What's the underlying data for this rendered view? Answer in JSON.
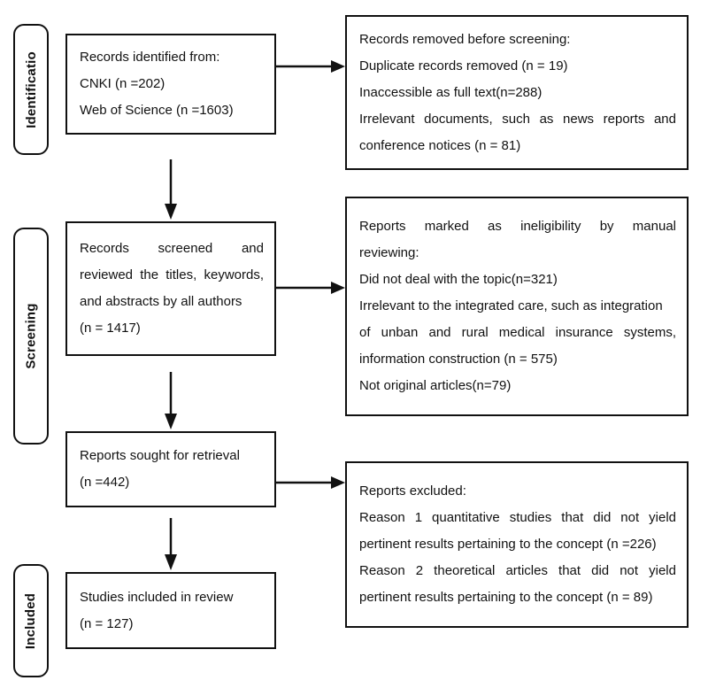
{
  "diagram": {
    "title": "PRISMA flow diagram",
    "type": "flowchart",
    "colors": {
      "stroke": "#111111",
      "background": "#ffffff",
      "text": "#111111"
    }
  },
  "stages": [
    {
      "id": "identification",
      "label": "Identificatio"
    },
    {
      "id": "screening",
      "label": "Screening"
    },
    {
      "id": "included",
      "label": "Included"
    }
  ],
  "boxes": {
    "records_identified": {
      "lines": [
        "Records identified from:",
        "CNKI (n =202)",
        "Web of Science (n =1603)"
      ]
    },
    "records_removed": {
      "lines": [
        "Records removed before screening:",
        "Duplicate records removed (n = 19)",
        "Inaccessible as full text(n=288)",
        "Irrelevant documents, such as news reports and",
        "conference notices (n = 81)"
      ]
    },
    "records_screened": {
      "lines": [
        "Records screened and",
        "reviewed the titles, keywords,",
        "and abstracts by all authors",
        "(n = 1417)"
      ]
    },
    "reports_ineligible": {
      "lines": [
        "Reports marked as ineligibility by manual",
        "reviewing:",
        "Did not deal with the topic(n=321)",
        "Irrelevant to the integrated care, such as integration",
        "of unban and rural medical insurance systems,",
        "information construction (n = 575)",
        "Not original articles(n=79)"
      ]
    },
    "reports_sought": {
      "lines": [
        "Reports sought for retrieval",
        "(n =442)"
      ]
    },
    "reports_excluded": {
      "lines": [
        "Reports excluded:",
        "Reason 1 quantitative studies that did not yield",
        "pertinent results pertaining to the concept (n =226)",
        "Reason 2 theoretical articles that did not yield",
        "pertinent results pertaining to the concept (n = 89)"
      ]
    },
    "studies_included": {
      "lines": [
        "Studies included in review",
        "(n = 127)"
      ]
    }
  },
  "connectors": [
    {
      "id": "identified-to-removed",
      "direction": "right"
    },
    {
      "id": "identified-to-screened",
      "direction": "down"
    },
    {
      "id": "screened-to-ineligible",
      "direction": "right"
    },
    {
      "id": "screened-to-sought",
      "direction": "down"
    },
    {
      "id": "sought-to-excluded",
      "direction": "right"
    },
    {
      "id": "sought-to-included",
      "direction": "down"
    }
  ]
}
